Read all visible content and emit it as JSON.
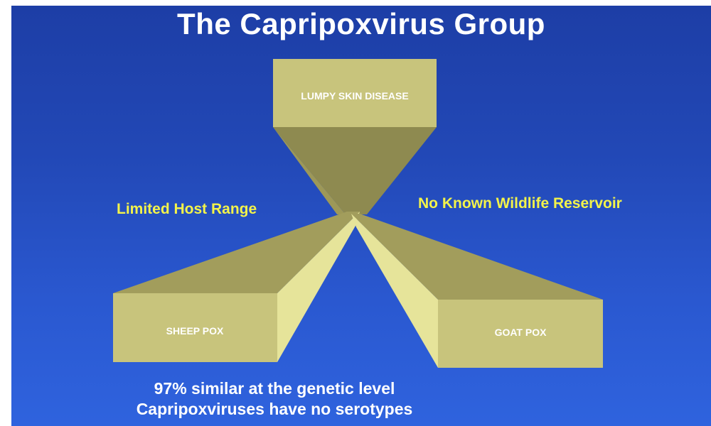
{
  "slide": {
    "title": "The Capripoxvirus Group",
    "background_colors": [
      "#1d3ea6",
      "#2f63de"
    ]
  },
  "diagram": {
    "nodes": [
      {
        "id": "top",
        "label": "LUMPY SKIN DISEASE"
      },
      {
        "id": "left",
        "label": "SHEEP POX"
      },
      {
        "id": "right",
        "label": "GOAT POX"
      }
    ],
    "colors": {
      "box_face": "#c8c47c",
      "box_side": "#a9a462",
      "funnel_dark": "#8e8a50",
      "funnel_mid": "#9d9858",
      "funnel_light": "#e6e49a"
    }
  },
  "labels": {
    "left": "Limited Host Range",
    "right": "No Known Wildlife Reservoir"
  },
  "notes": {
    "line1": "97% similar at the genetic level",
    "line2": "Capripoxviruses have no serotypes"
  }
}
